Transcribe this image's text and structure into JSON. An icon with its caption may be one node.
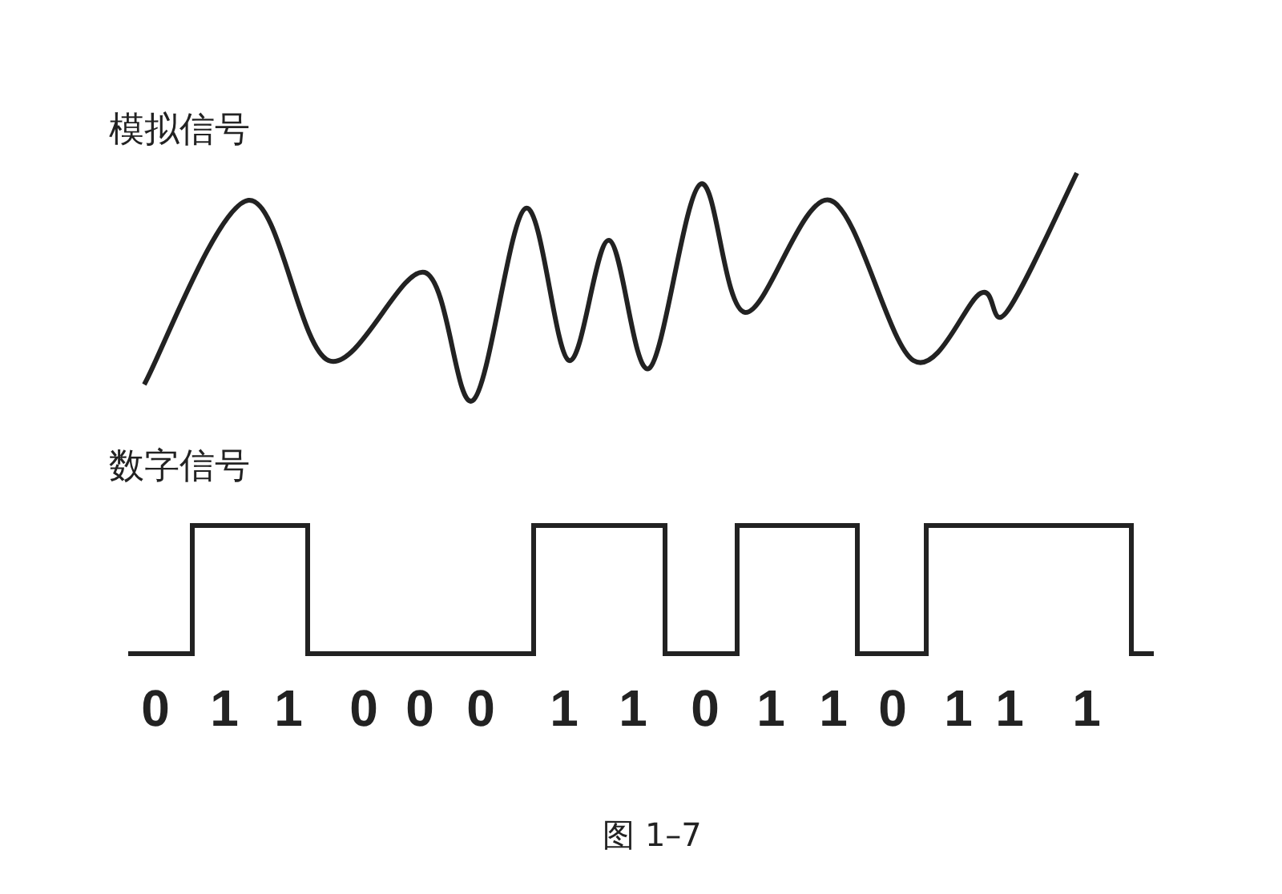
{
  "diagram": {
    "caption": "图 1–7",
    "labels": [
      "模拟信号",
      "数字信号",
      "0",
      "1",
      "1",
      "0",
      "0",
      "0",
      "1",
      "1",
      "0",
      "1",
      "1",
      "0",
      "1",
      "1",
      "1"
    ]
  }
}
